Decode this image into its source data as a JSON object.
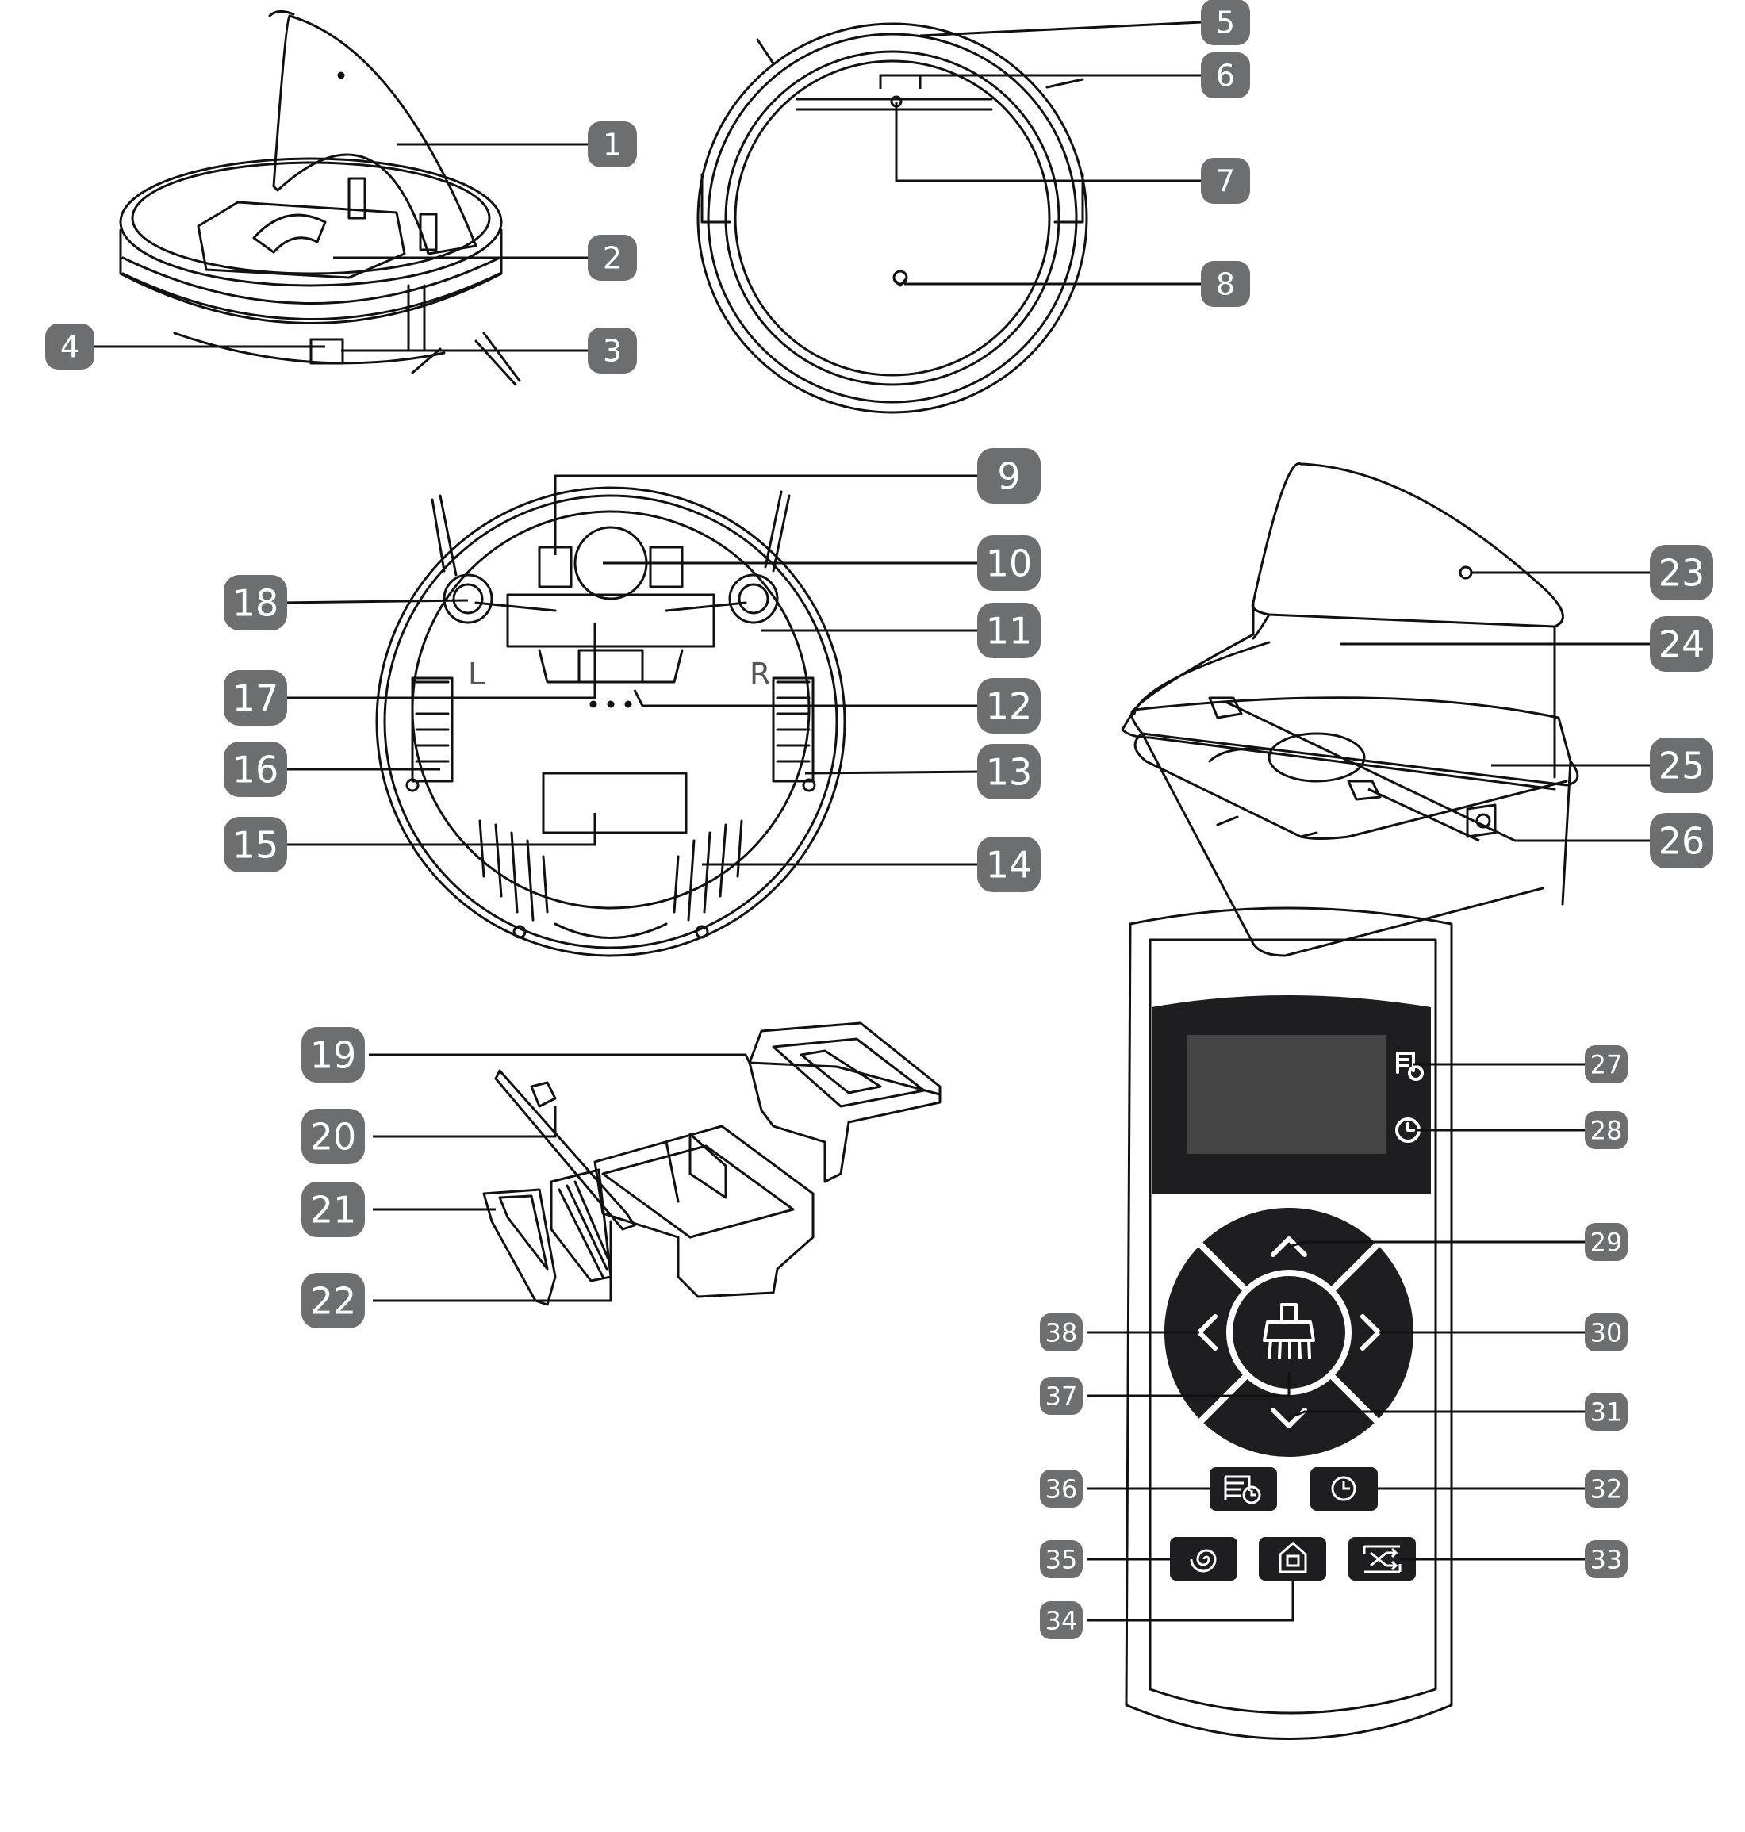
{
  "diagram": {
    "colors": {
      "badge": "#6d6e70",
      "badge_text": "#ffffff",
      "ink": "#111111",
      "remote_screen": "#1e1e20",
      "remote_button": "#1e1e20"
    },
    "callouts": [
      {
        "n": "1"
      },
      {
        "n": "2"
      },
      {
        "n": "3"
      },
      {
        "n": "4"
      },
      {
        "n": "5"
      },
      {
        "n": "6"
      },
      {
        "n": "7"
      },
      {
        "n": "8"
      },
      {
        "n": "9"
      },
      {
        "n": "10"
      },
      {
        "n": "11"
      },
      {
        "n": "12"
      },
      {
        "n": "13"
      },
      {
        "n": "14"
      },
      {
        "n": "15"
      },
      {
        "n": "16"
      },
      {
        "n": "17"
      },
      {
        "n": "18"
      },
      {
        "n": "19"
      },
      {
        "n": "20"
      },
      {
        "n": "21"
      },
      {
        "n": "22"
      },
      {
        "n": "23"
      },
      {
        "n": "24"
      },
      {
        "n": "25"
      },
      {
        "n": "26"
      },
      {
        "n": "27"
      },
      {
        "n": "28"
      },
      {
        "n": "29"
      },
      {
        "n": "30"
      },
      {
        "n": "31"
      },
      {
        "n": "32"
      },
      {
        "n": "33"
      },
      {
        "n": "34"
      },
      {
        "n": "35"
      },
      {
        "n": "36"
      },
      {
        "n": "37"
      },
      {
        "n": "38"
      }
    ],
    "robot_bottom_labels": {
      "left": "L",
      "right": "R"
    },
    "icons": {
      "remote_schedule_display": "schedule-icon",
      "remote_clock_display": "clock-icon",
      "remote_up": "arrow-up-icon",
      "remote_right": "arrow-right-icon",
      "remote_down": "arrow-down-icon",
      "remote_left": "arrow-left-icon",
      "remote_center": "brush-icon",
      "remote_schedule_button": "schedule-icon",
      "remote_clock_button": "clock-icon",
      "remote_random": "random-icon",
      "remote_home": "home-icon",
      "remote_spiral": "spiral-icon"
    }
  }
}
